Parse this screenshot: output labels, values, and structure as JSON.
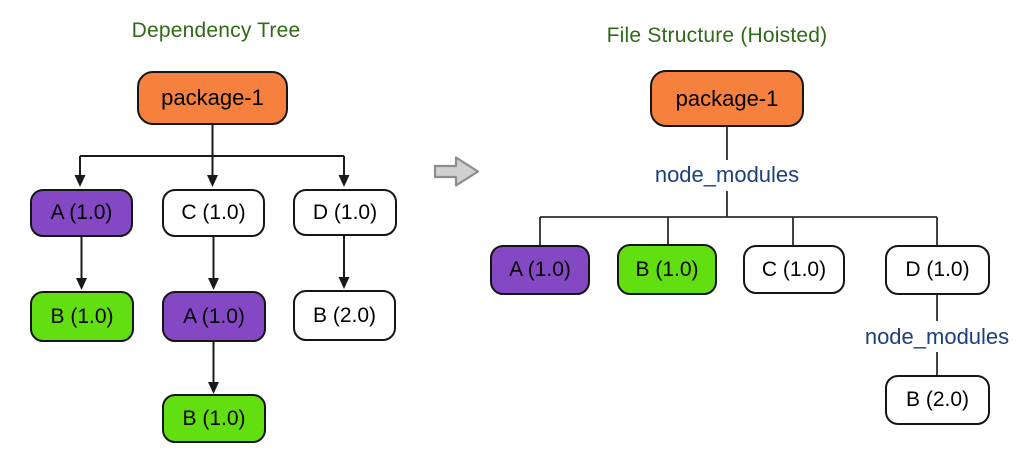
{
  "titles": {
    "left": "Dependency Tree",
    "right": "File Structure (Hoisted)"
  },
  "left_tree": {
    "root": "package-1",
    "a1": "A (1.0)",
    "c1": "C (1.0)",
    "d1": "D (1.0)",
    "b1_under_a": "B (1.0)",
    "a1_under_c": "A (1.0)",
    "b2_under_d": "B (2.0)",
    "b1_deep": "B (1.0)"
  },
  "right_tree": {
    "root": "package-1",
    "node_modules_root": "node_modules",
    "a": "A (1.0)",
    "b": "B (1.0)",
    "c": "C (1.0)",
    "d": "D (1.0)",
    "node_modules_nested": "node_modules",
    "b2": "B (2.0)"
  },
  "transform_arrow": {
    "icon": "right-block-arrow-icon"
  },
  "colors": {
    "orange": "#F6813F",
    "purple": "#8548C5",
    "green": "#62DF10",
    "white": "#FFFFFF",
    "title_green": "#2E6B14",
    "label_blue": "#1C3F7D",
    "line_black": "#1A1A1A",
    "line_dark_gray": "#2E2E2E",
    "arrow_fill": "#D0D0D0",
    "arrow_stroke": "#8C8C8C"
  }
}
